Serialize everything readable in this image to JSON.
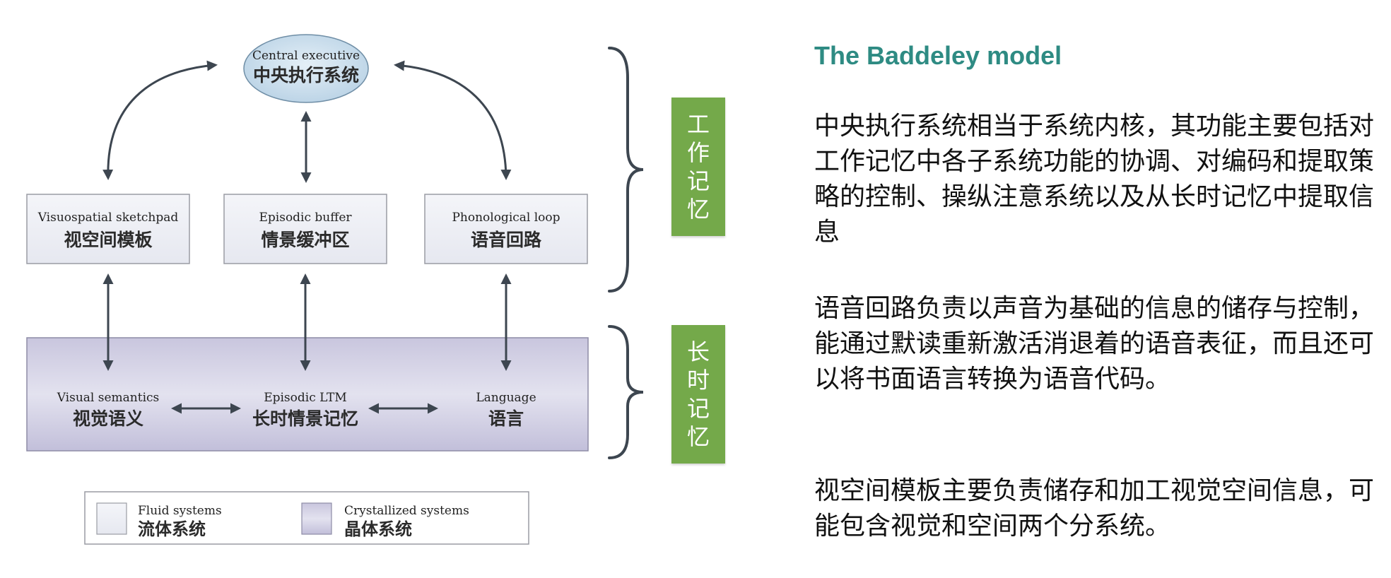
{
  "diagram": {
    "central": {
      "en": "Central executive",
      "zh": "中央执行系统"
    },
    "boxes": [
      {
        "en": "Visuospatial sketchpad",
        "zh": "视空间模板"
      },
      {
        "en": "Episodic buffer",
        "zh": "情景缓冲区"
      },
      {
        "en": "Phonological loop",
        "zh": "语音回路"
      }
    ],
    "ltm": [
      {
        "en": "Visual semantics",
        "zh": "视觉语义"
      },
      {
        "en": "Episodic LTM",
        "zh": "长时情景记忆"
      },
      {
        "en": "Language",
        "zh": "语言"
      }
    ],
    "legend": {
      "fluid": {
        "en": "Fluid systems",
        "zh": "流体系统"
      },
      "crystallized": {
        "en": "Crystallized systems",
        "zh": "晶体系统"
      }
    },
    "colors": {
      "fluid_fill": "#eeeff5",
      "crystal_fill": "#c6c3dc",
      "central_fill": "#c8dbe9",
      "arrow": "#3d4650",
      "brace": "#3d4650"
    }
  },
  "tags": {
    "working_memory": "工作记忆",
    "long_term_memory": "长时记忆",
    "tag_color": "#74a94a"
  },
  "text": {
    "title": "The Baddeley model",
    "title_color": "#2e8b83",
    "para1": "中央执行系统相当于系统内核，其功能主要包括对工作记忆中各子系统功能的协调、对编码和提取策略的控制、操纵注意系统以及从长时记忆中提取信息",
    "para2": "语音回路负责以声音为基础的信息的储存与控制，能通过默读重新激活消退着的语音表征，而且还可以将书面语言转换为语音代码。",
    "para3": "视空间模板主要负责储存和加工视觉空间信息，可能包含视觉和空间两个分系统。"
  }
}
